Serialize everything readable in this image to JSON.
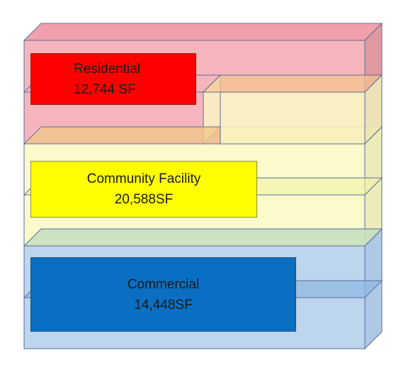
{
  "colors": {
    "residential_box": "#ff0000",
    "residential_tint": "#f4a8b0",
    "community_box": "#ffff00",
    "community_tint": "#f9f9c4",
    "commercial_box": "#0a6fc2",
    "commercial_tint": "#b9d3ec",
    "outline": "#5a6d9a"
  },
  "blocks": {
    "residential": {
      "name": "Residential",
      "area": "12,744 SF"
    },
    "community": {
      "name": "Community Facility",
      "area": "20,588SF"
    },
    "commercial": {
      "name": "Commercial",
      "area": "14,448SF"
    }
  }
}
